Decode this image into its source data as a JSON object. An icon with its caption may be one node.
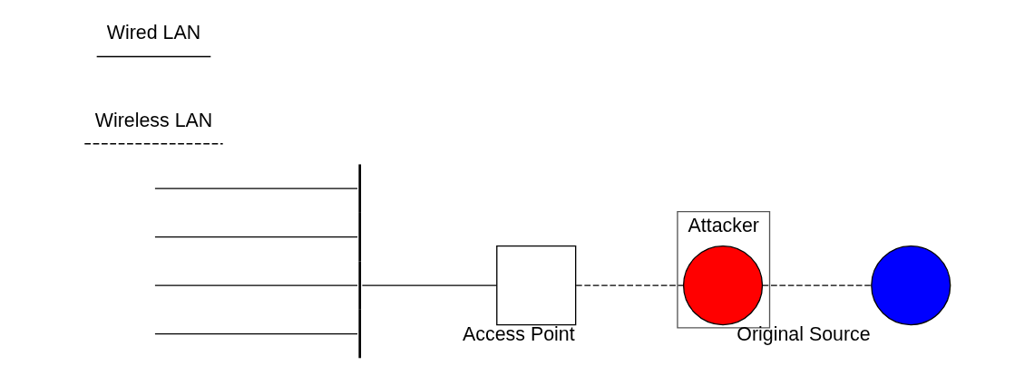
{
  "diagram": {
    "nodes": [
      {
        "text": [
          "Attacker"
        ]
      },
      {
        "text": [],
        "shape": "circle",
        "in": 0
      },
      {
        "text": [
          "Access Point"
        ]
      },
      {
        "text": [
          "Original Source"
        ]
      },
      {
        "text": [],
        "shape": "bar"
      }
    ],
    "edges": [
      {
        "from": 2,
        "to": 1,
        "arrow": "none",
        "style": "dashed"
      },
      {
        "from": 1,
        "to": 3,
        "arrow": "none",
        "style": "dashed"
      },
      {
        "from": 4,
        "to": 2,
        "arrow": "none"
      },
      {
        "from": null,
        "to": 4,
        "arrow": "none"
      },
      {
        "from": null,
        "to": 4,
        "arrow": "none"
      },
      {
        "from": null,
        "to": 4,
        "arrow": "none"
      },
      {
        "from": null,
        "to": 4,
        "arrow": "none"
      }
    ],
    "legend": [
      {
        "text": "Wired LAN"
      },
      {
        "text": "Wireless LAN"
      }
    ]
  }
}
